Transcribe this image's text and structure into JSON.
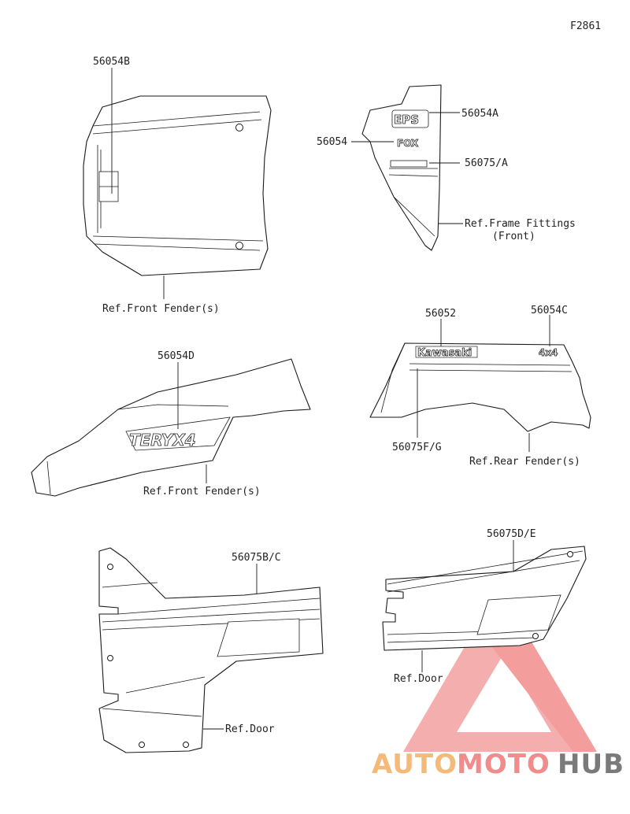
{
  "figure_code": "F2861",
  "parts": {
    "front_fender_top": {
      "part_label": "56054B",
      "ref_label": "Ref.Front Fender(s)"
    },
    "frame_fitting": {
      "labels": [
        "56054A",
        "56054",
        "56075/A"
      ],
      "ref_label_line1": "Ref.Frame Fittings",
      "ref_label_line2": "(Front)",
      "decal_text_eps": "EPS",
      "decal_text_fox": "FOX"
    },
    "rear_fender": {
      "labels": [
        "56052",
        "56054C",
        "56075F/G"
      ],
      "ref_label": "Ref.Rear Fender(s)",
      "decal_text_brand": "Kawasaki",
      "decal_text_4x4": "4x4"
    },
    "front_fender_side": {
      "part_label": "56054D",
      "ref_label": "Ref.Front Fender(s)",
      "decal_text": "TERYX4"
    },
    "door_left": {
      "part_label": "56075B/C",
      "ref_label": "Ref.Door"
    },
    "door_right": {
      "part_label": "56075D/E",
      "ref_label": "Ref.Door"
    }
  },
  "watermark": {
    "word_1": "AUTO",
    "word_2": "MOTO",
    "word_3": "HUB",
    "color_primary": "#f28c8c",
    "color_secondary": "#f5b97a",
    "color_dark": "#7a7a7a"
  }
}
